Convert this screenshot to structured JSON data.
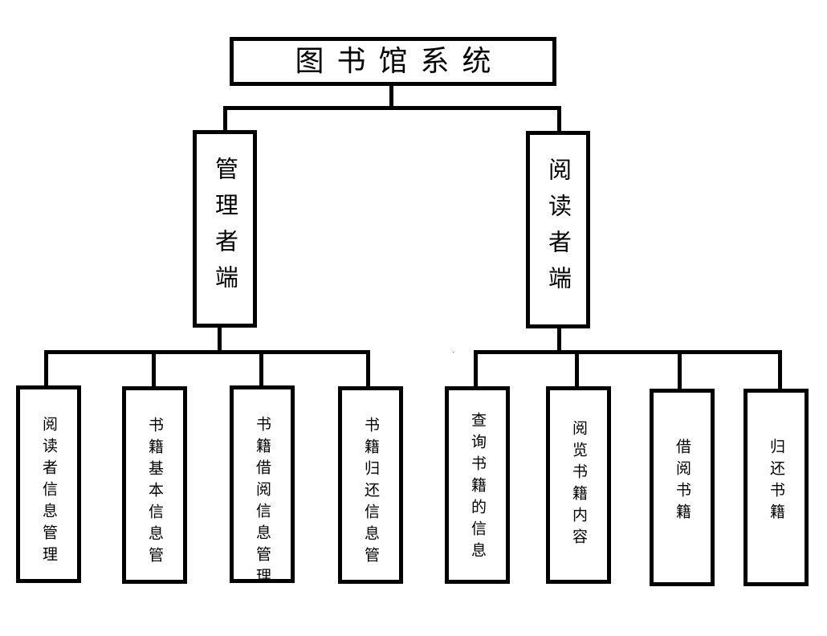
{
  "root": {
    "label": "图书馆系统"
  },
  "branches": [
    {
      "label": "管理者端",
      "children": [
        {
          "label": "阅读者信息管理"
        },
        {
          "label": "书籍基本信息管"
        },
        {
          "label": "书籍借阅信息管理"
        },
        {
          "label": "书籍归还信息管"
        }
      ]
    },
    {
      "label": "阅读者端",
      "children": [
        {
          "label": "查询书籍的信息"
        },
        {
          "label": "阅览书籍内容"
        },
        {
          "label": "借阅书籍"
        },
        {
          "label": "归还书籍"
        }
      ]
    }
  ]
}
